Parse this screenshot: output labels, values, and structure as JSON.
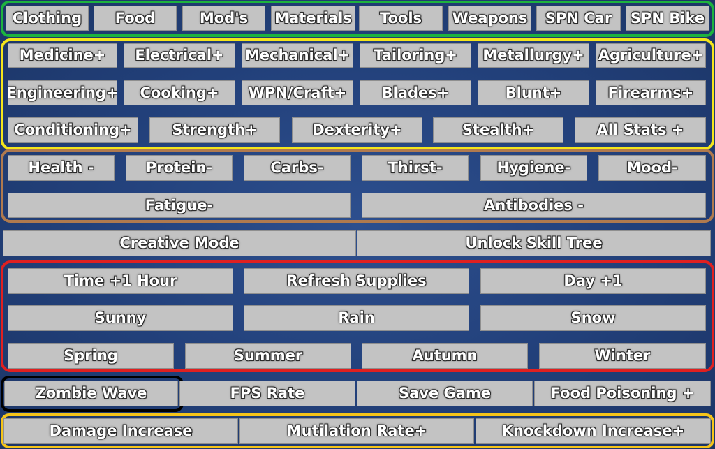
{
  "colors": {
    "background": "#22407a",
    "button": "#c3c3c3",
    "group_spawn": "#1db33e",
    "group_skills": "#f5e61b",
    "group_needs": "#b07a4e",
    "group_world": "#e02020",
    "group_wave": "#000000",
    "group_combat": "#f5c419"
  },
  "spawn_row": [
    "Clothing",
    "Food",
    "Mod's",
    "Materials",
    "Tools",
    "Weapons",
    "SPN Car",
    "SPN Bike"
  ],
  "skills_row1": [
    "Medicine+",
    "Electrical+",
    "Mechanical+",
    "Tailoring+",
    "Metallurgy+",
    "Agriculture+"
  ],
  "skills_row2": [
    "Engineering+",
    "Cooking+",
    "WPN/Craft+",
    "Blades+",
    "Blunt+",
    "Firearms+"
  ],
  "skills_row3": [
    "Conditioning+",
    "Strength+",
    "Dexterity+",
    "Stealth+",
    "All Stats +"
  ],
  "needs_row1": [
    "Health -",
    "Protein-",
    "Carbs-",
    "Thirst-",
    "Hygiene-",
    "Mood-"
  ],
  "needs_row2": [
    "Fatigue-",
    "Antibodies -"
  ],
  "mode_row": [
    "Creative Mode",
    "Unlock Skill Tree"
  ],
  "world_row1": [
    "Time +1 Hour",
    "Refresh Supplies",
    "Day +1"
  ],
  "world_row2": [
    "Sunny",
    "Rain",
    "Snow"
  ],
  "world_row3": [
    "Spring",
    "Summer",
    "Autumn",
    "Winter"
  ],
  "misc_row": [
    "Zombie Wave",
    "FPS Rate",
    "Save Game",
    "Food Poisoning +"
  ],
  "combat_row": [
    "Damage Increase",
    "Mutilation Rate+",
    "Knockdown Increase+"
  ]
}
